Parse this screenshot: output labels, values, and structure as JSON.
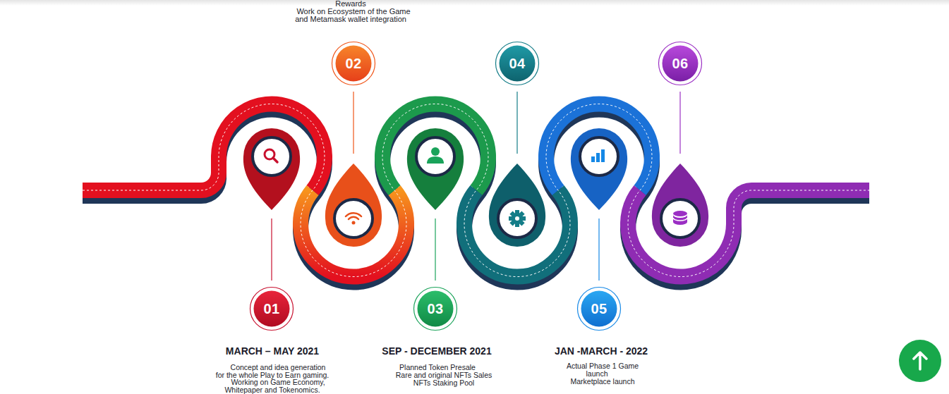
{
  "diagram": {
    "nodes": [
      {
        "text": [
          "01"
        ]
      },
      {
        "text": [
          "02"
        ]
      },
      {
        "text": [
          "03"
        ]
      },
      {
        "text": [
          "04"
        ]
      },
      {
        "text": [
          "05"
        ]
      },
      {
        "text": [
          "06"
        ]
      }
    ],
    "labels": [
      "Rewards",
      "Work on Ecosystem of the Game",
      "and Metamask wallet integration",
      "MARCH – MAY 2021",
      "Concept and idea generation",
      "for the whole Play to Earn gaming.",
      "Working on Game Economy,",
      "Whitepaper and Tokenomics.",
      "SEP - DECEMBER 2021",
      "Planned Token Presale",
      "Rare and original NFTs Sales",
      "NFTs Staking Pool",
      "JAN -MARCH - 2022",
      "Actual Phase 1 Game",
      "launch",
      "Marketplace launch"
    ]
  }
}
